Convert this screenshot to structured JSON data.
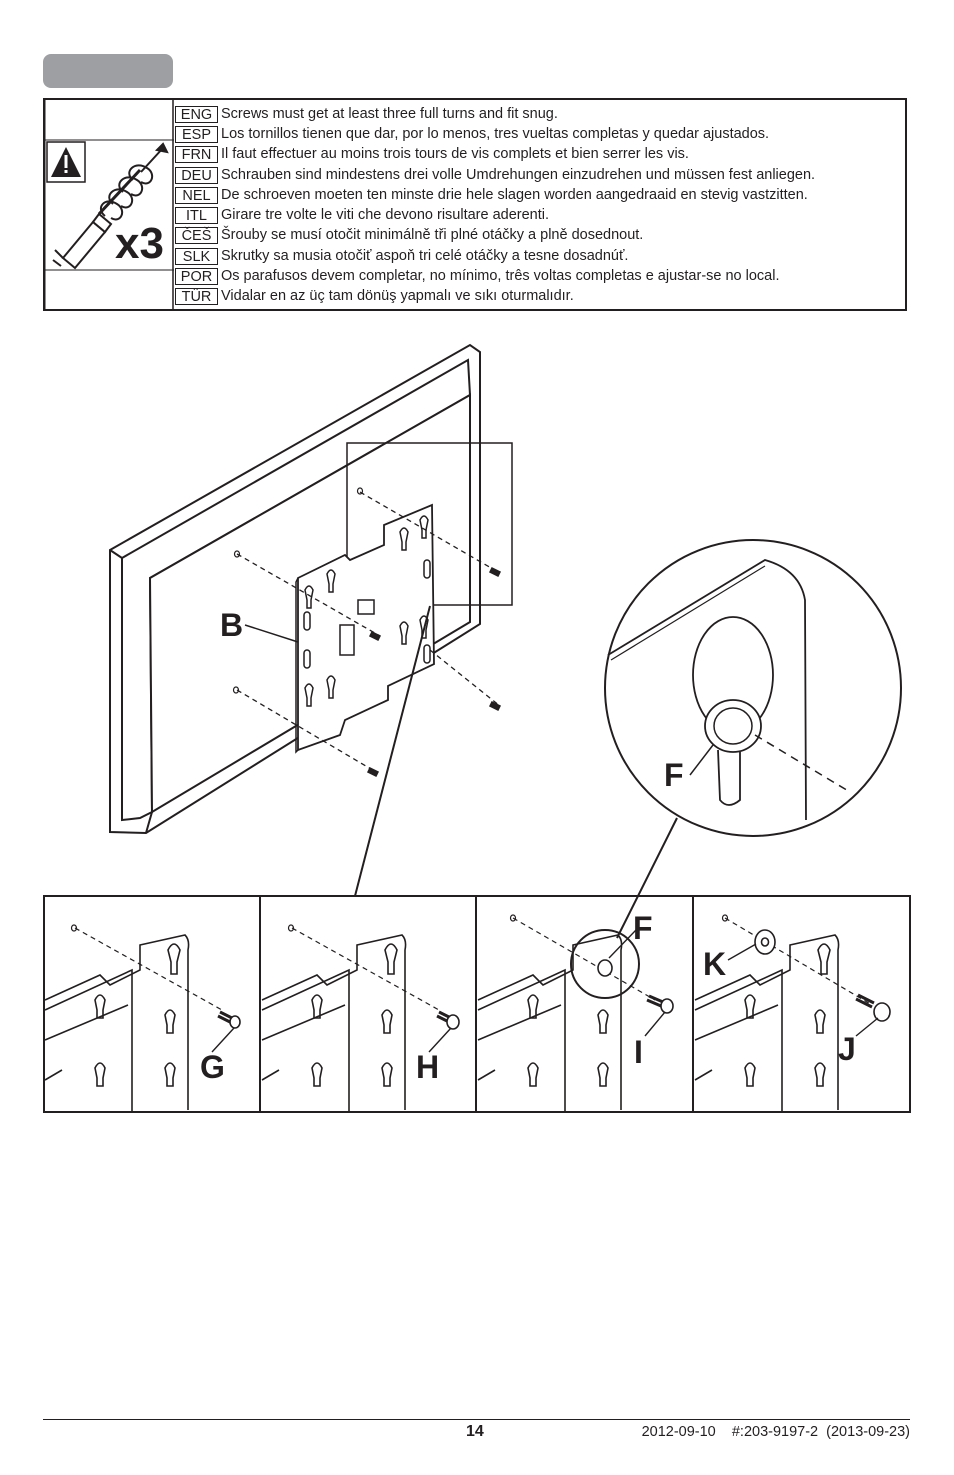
{
  "instructions": {
    "multiplier": "x3",
    "languages": [
      {
        "code": "ENG",
        "text": "Screws must get at least three full turns and fit snug."
      },
      {
        "code": "ESP",
        "text": "Los tornillos tienen que dar, por lo menos, tres vueltas completas y quedar ajustados."
      },
      {
        "code": "FRN",
        "text": "Il faut effectuer au moins trois tours de vis complets et bien serrer les vis."
      },
      {
        "code": "DEU",
        "text": "Schrauben sind mindestens drei volle Umdrehungen einzudrehen und müssen fest anliegen."
      },
      {
        "code": "NEL",
        "text": "De schroeven moeten ten minste drie hele slagen worden aangedraaid en stevig vastzitten."
      },
      {
        "code": "ITL",
        "text": "Girare tre volte le viti che devono risultare aderenti."
      },
      {
        "code": "ČEŠ",
        "text": "Šrouby se musí otočit minimálně tři plné otáčky a plně dosednout."
      },
      {
        "code": "SLK",
        "text": "Skrutky sa musia otočiť aspoň tri celé otáčky a tesne dosadnúť."
      },
      {
        "code": "POR",
        "text": "Os parafusos devem completar, no mínimo, três voltas completas e ajustar-se no local."
      },
      {
        "code": "TÜR",
        "text": "Vidalar en az üç tam dönüş yapmalı ve sıkı oturmalıdır."
      }
    ]
  },
  "figure_labels": {
    "b": "B",
    "f_detail": "F",
    "f_panel": "F",
    "g": "G",
    "h": "H",
    "i": "I",
    "j": "J",
    "k": "K"
  },
  "footer": {
    "page_number": "14",
    "info": "2012-09-10    #:203-9197-2  (2013-09-23)"
  },
  "icons": [
    "warning-triangle-icon",
    "screwdriver-icon"
  ]
}
